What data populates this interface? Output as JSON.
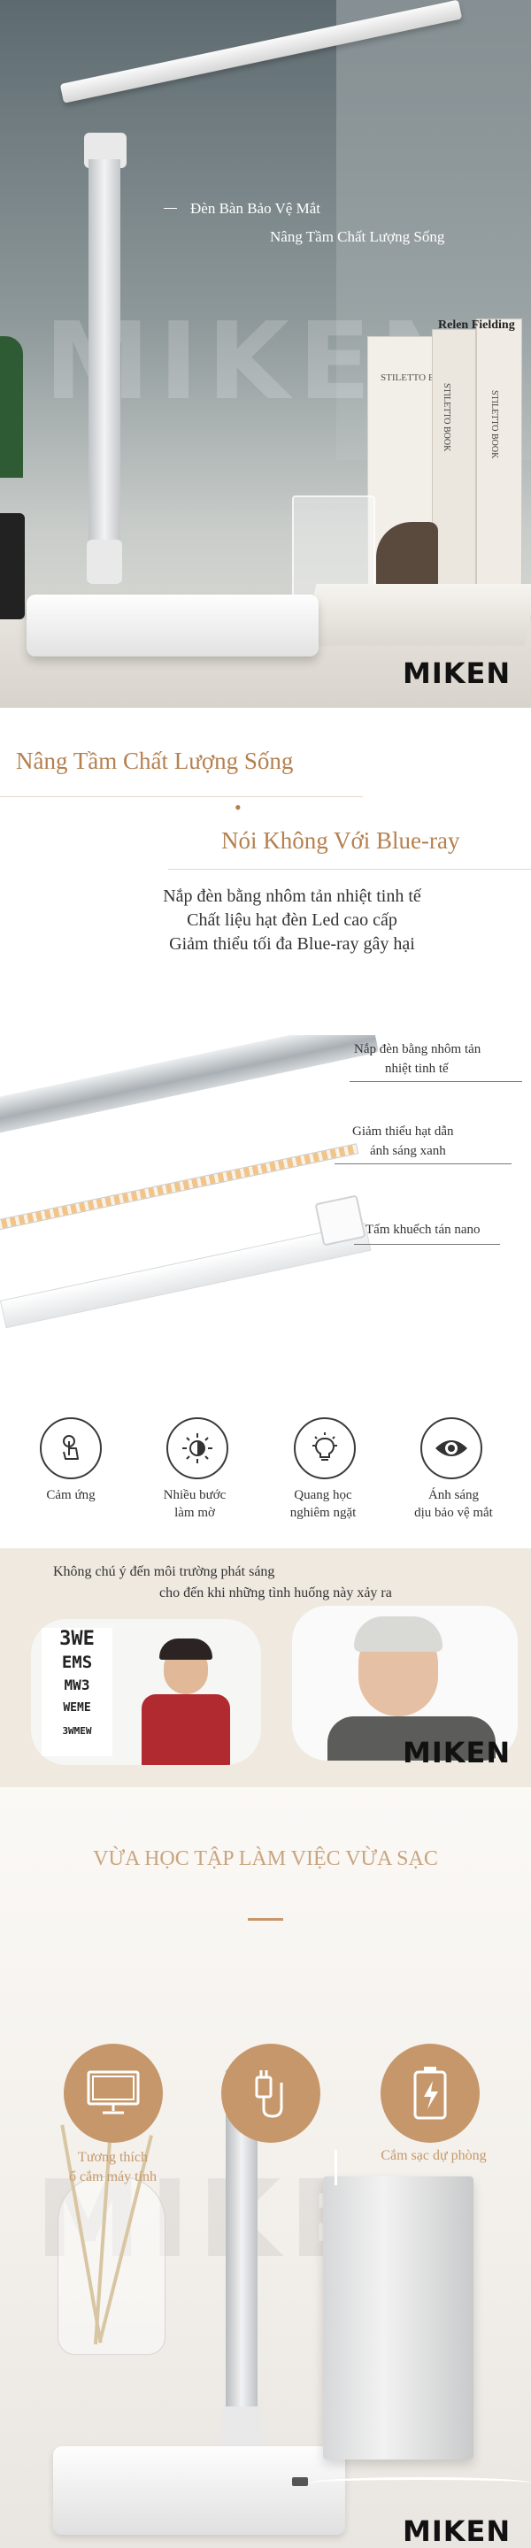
{
  "brand": {
    "logo_text": "MIKEN"
  },
  "hero": {
    "line1": "Đèn Bàn Bảo Vệ Mắt",
    "line2": "Nâng Tầm Chất Lượng Sống",
    "book_spine_1": "Relen Fielding",
    "book_spine_2": "STILETTO BOOK",
    "book_spine_3": "STILETTO BOOK",
    "book_spine_4": "STILETTO BOOK"
  },
  "slogan": {
    "title1": "Nâng Tầm Chất Lượng Sống",
    "bullet": "•",
    "title2": "Nói Không Với Blue-ray",
    "lines": [
      "Nắp đèn bằng nhôm tản nhiệt tinh tế",
      "Chất liệu hạt đèn Led cao cấp",
      "Giảm thiểu tối đa Blue-ray gây hại"
    ]
  },
  "parts": {
    "label1a": "Nắp đèn bằng nhôm tản",
    "label1b": "nhiệt tinh tế",
    "label2a": "Giảm thiểu hạt dẫn",
    "label2b": "ánh sáng xanh",
    "label3": "Tấm khuếch tán nano"
  },
  "features": [
    {
      "icon": "touch-icon",
      "line1": "Cảm ứng",
      "line2": ""
    },
    {
      "icon": "brightness-icon",
      "line1": "Nhiều bước",
      "line2": "làm mờ"
    },
    {
      "icon": "bulb-icon",
      "line1": "Quang học",
      "line2": "nghiêm ngặt"
    },
    {
      "icon": "eye-icon",
      "line1": "Ánh sáng",
      "line2": "dịu bảo vệ mắt"
    }
  ],
  "env": {
    "line1": "Không chú ý đến môi trường phát sáng",
    "line2": "cho đến khi những tình huống này xảy ra",
    "chart_letters": [
      "3WE",
      "EMS",
      "MW3",
      "WEME",
      "3WMEW"
    ]
  },
  "charge": {
    "title": "VỪA HỌC TẬP LÀM VIỆC VỪA SẠC",
    "item1a": "Tương thích",
    "item1b": "ổ cắm máy tính",
    "item2": "Cắm sạc dự phòng"
  },
  "colors": {
    "gold": "#c6976a",
    "title_gold": "#b5804f",
    "charge_title": "#c9a57f"
  }
}
